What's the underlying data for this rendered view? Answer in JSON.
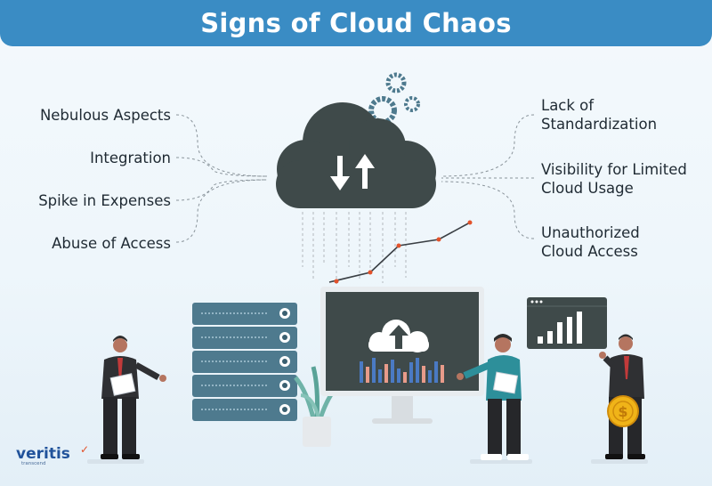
{
  "title": "Signs of Cloud Chaos",
  "signs_left": [
    "Nebulous Aspects",
    "Integration",
    "Spike in Expenses",
    "Abuse of Access"
  ],
  "signs_right": [
    [
      "Lack of",
      "Standardization"
    ],
    [
      "Visibility for Limited",
      "Cloud Usage"
    ],
    [
      "Unauthorized",
      "Cloud Access"
    ]
  ],
  "logo": {
    "name": "veritis",
    "tagline": "transcend"
  },
  "colors": {
    "title_bar": "#3a8cc4",
    "cloud": "#3f4a4a",
    "accent_red": "#e2522b",
    "server": "#4e7a8e",
    "coin": "#f0b418"
  }
}
